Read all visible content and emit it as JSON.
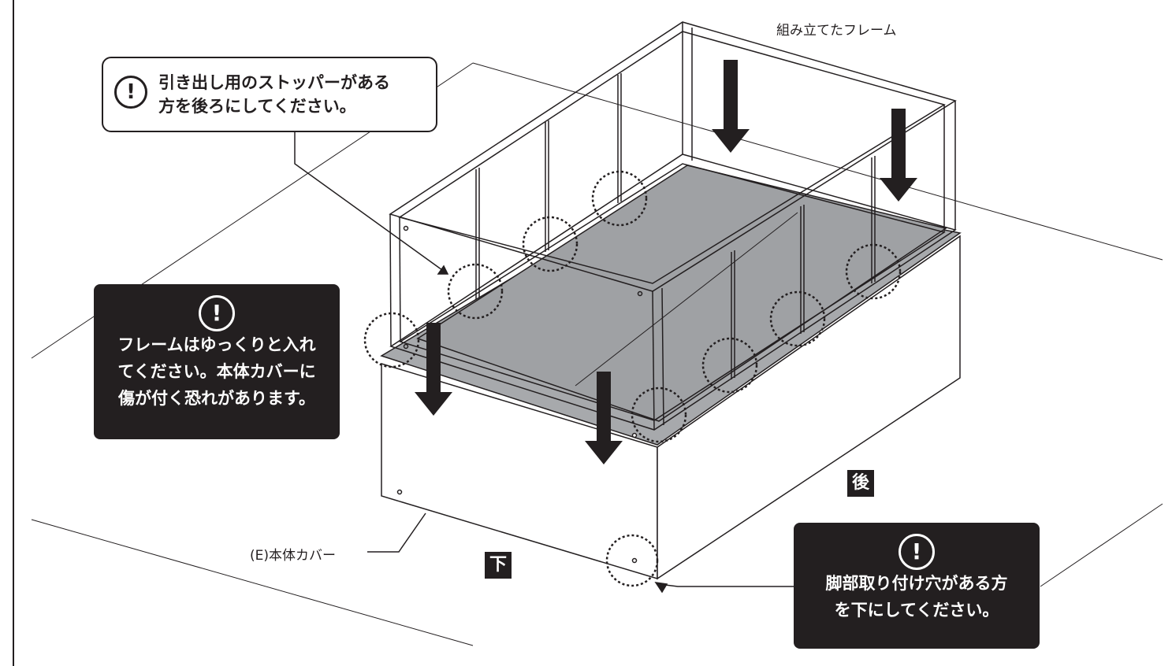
{
  "labels": {
    "assembled_frame": "組み立てたフレーム",
    "body_cover": "(E)本体カバー",
    "back_badge": "後",
    "bottom_badge": "下"
  },
  "callouts": {
    "stopper": {
      "icon": "exclamation-circle-icon",
      "lines": [
        "引き出し用のストッパーがある",
        "方を後ろにしてください。"
      ]
    },
    "frame_caution": {
      "icon": "exclamation-circle-icon",
      "lines": [
        "フレームはゆっくりと入れ",
        "てください。本体カバーに",
        "傷が付く恐れがあります。"
      ]
    },
    "leg_holes": {
      "icon": "exclamation-circle-icon",
      "lines": [
        "脚部取り付け穴がある方",
        "を下にしてください。"
      ]
    }
  },
  "colors": {
    "ink": "#231f20",
    "panel_gray": "#a7a9ac",
    "callout_dark": "#231f20",
    "paper": "#ffffff"
  }
}
